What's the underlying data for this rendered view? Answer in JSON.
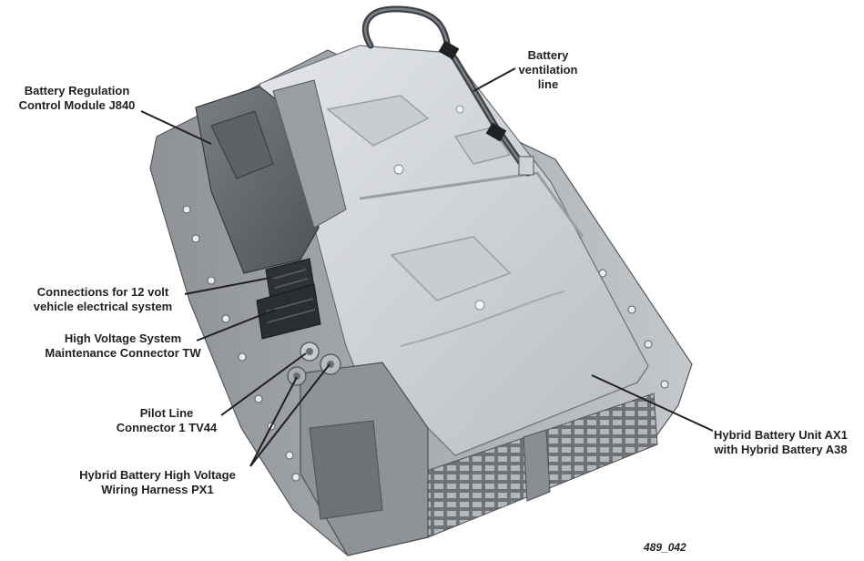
{
  "labels": {
    "brcm": [
      "Battery Regulation",
      "Control Module J840"
    ],
    "ventilation": [
      "Battery",
      "ventilation",
      "line"
    ],
    "connections12v": [
      "Connections for 12 volt",
      "vehicle electrical system"
    ],
    "hv_maintenance": [
      "High Voltage System",
      "Maintenance Connector TW"
    ],
    "pilot_line": [
      "Pilot Line",
      "Connector 1 TV44"
    ],
    "hv_harness": [
      "Hybrid Battery High Voltage",
      "Wiring Harness PX1"
    ],
    "battery_unit": [
      "Hybrid Battery Unit AX1",
      "with Hybrid Battery A38"
    ]
  },
  "figure_number": "489_042",
  "colors": {
    "text": "#231f20",
    "leader": "#231f20",
    "housing_light": "#d5d8db",
    "housing_mid": "#a9adb2",
    "housing_dark": "#4c4f53"
  }
}
